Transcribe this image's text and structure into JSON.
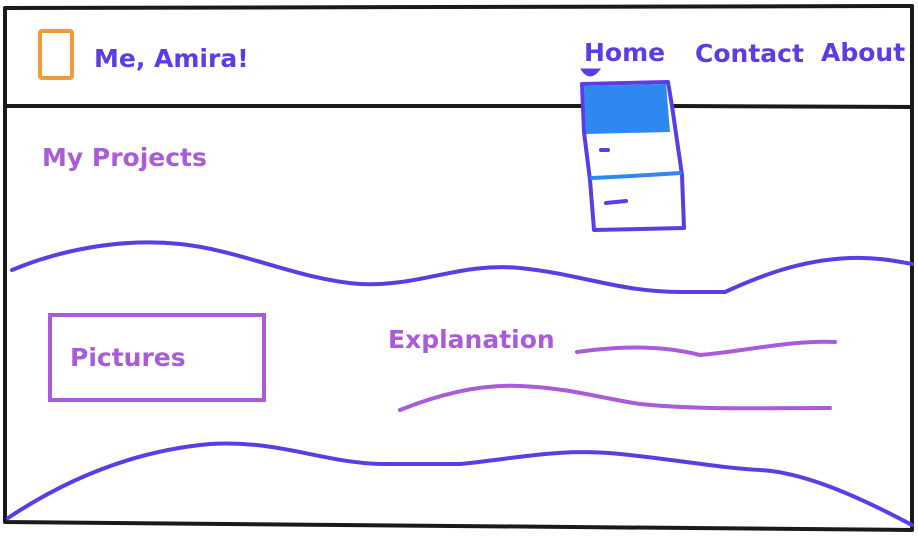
{
  "colors": {
    "outline": "#1a1a1a",
    "ink_blue": "#5b3de6",
    "ink_purple": "#a95bd8",
    "logo_orange": "#f29a3a",
    "dropdown_fill": "#2f88f0"
  },
  "header": {
    "logo_icon": "logo-placeholder-icon",
    "brand": "Me, Amira!",
    "nav": {
      "home": "Home",
      "contact": "Contact",
      "about": "About"
    }
  },
  "main": {
    "section_title": "My Projects",
    "project": {
      "pictures_label": "Pictures",
      "explanation_label": "Explanation"
    }
  }
}
